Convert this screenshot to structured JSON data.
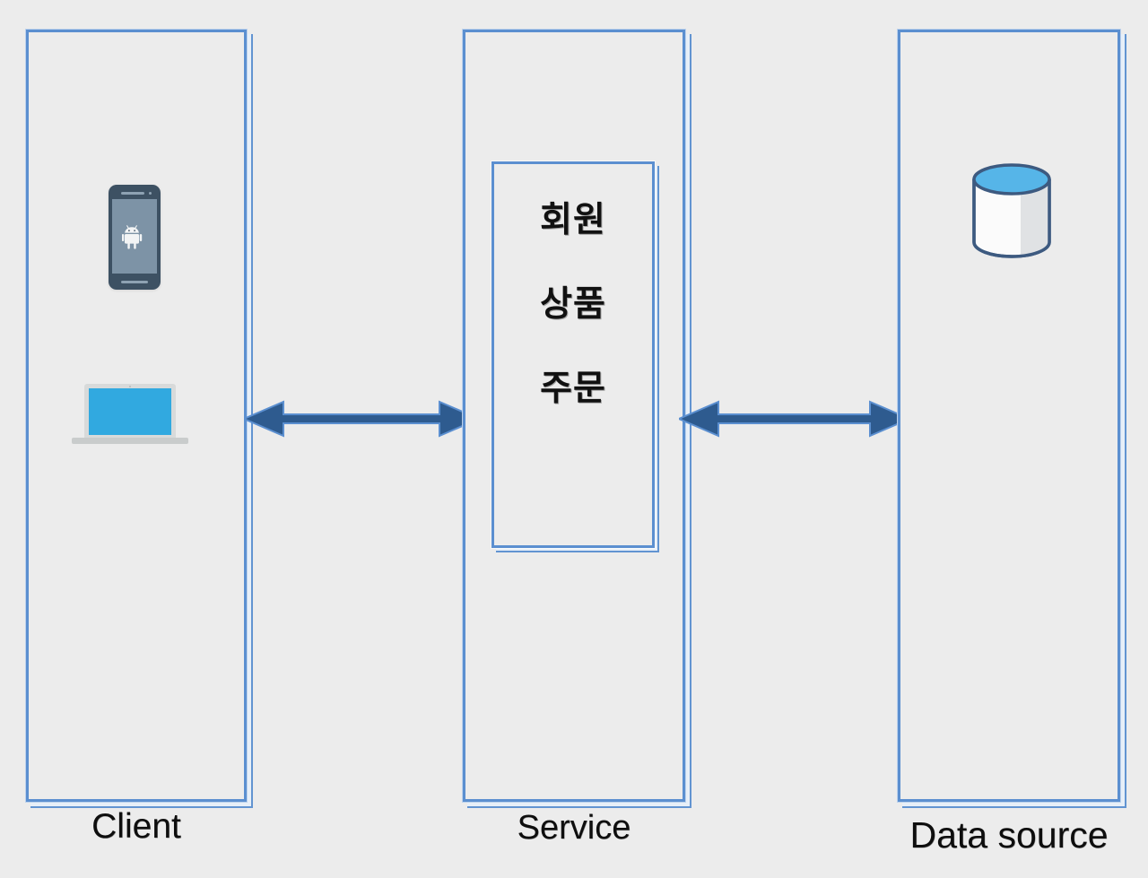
{
  "diagram": {
    "title": "Client - Service - Data source architecture",
    "background_color": "#ececec",
    "accent_color": "#5b8fd0",
    "arrow_color": "#2e5b8f",
    "columns": [
      {
        "id": "client",
        "caption": "Client",
        "icons": [
          {
            "name": "android-phone-icon",
            "label": "Android smartphone"
          },
          {
            "name": "laptop-icon",
            "label": "Laptop computer"
          }
        ]
      },
      {
        "id": "service",
        "caption": "Service",
        "inner_box": {
          "items": [
            {
              "text": "회원"
            },
            {
              "text": "상품"
            },
            {
              "text": "주문"
            }
          ]
        }
      },
      {
        "id": "data-source",
        "caption": "Data source",
        "icons": [
          {
            "name": "database-cylinder-icon",
            "label": "Database"
          }
        ]
      }
    ],
    "connectors": [
      {
        "id": "client-service",
        "type": "double-headed-arrow",
        "from": "client",
        "to": "service"
      },
      {
        "id": "service-data",
        "type": "double-headed-arrow",
        "from": "service",
        "to": "data-source"
      }
    ]
  }
}
